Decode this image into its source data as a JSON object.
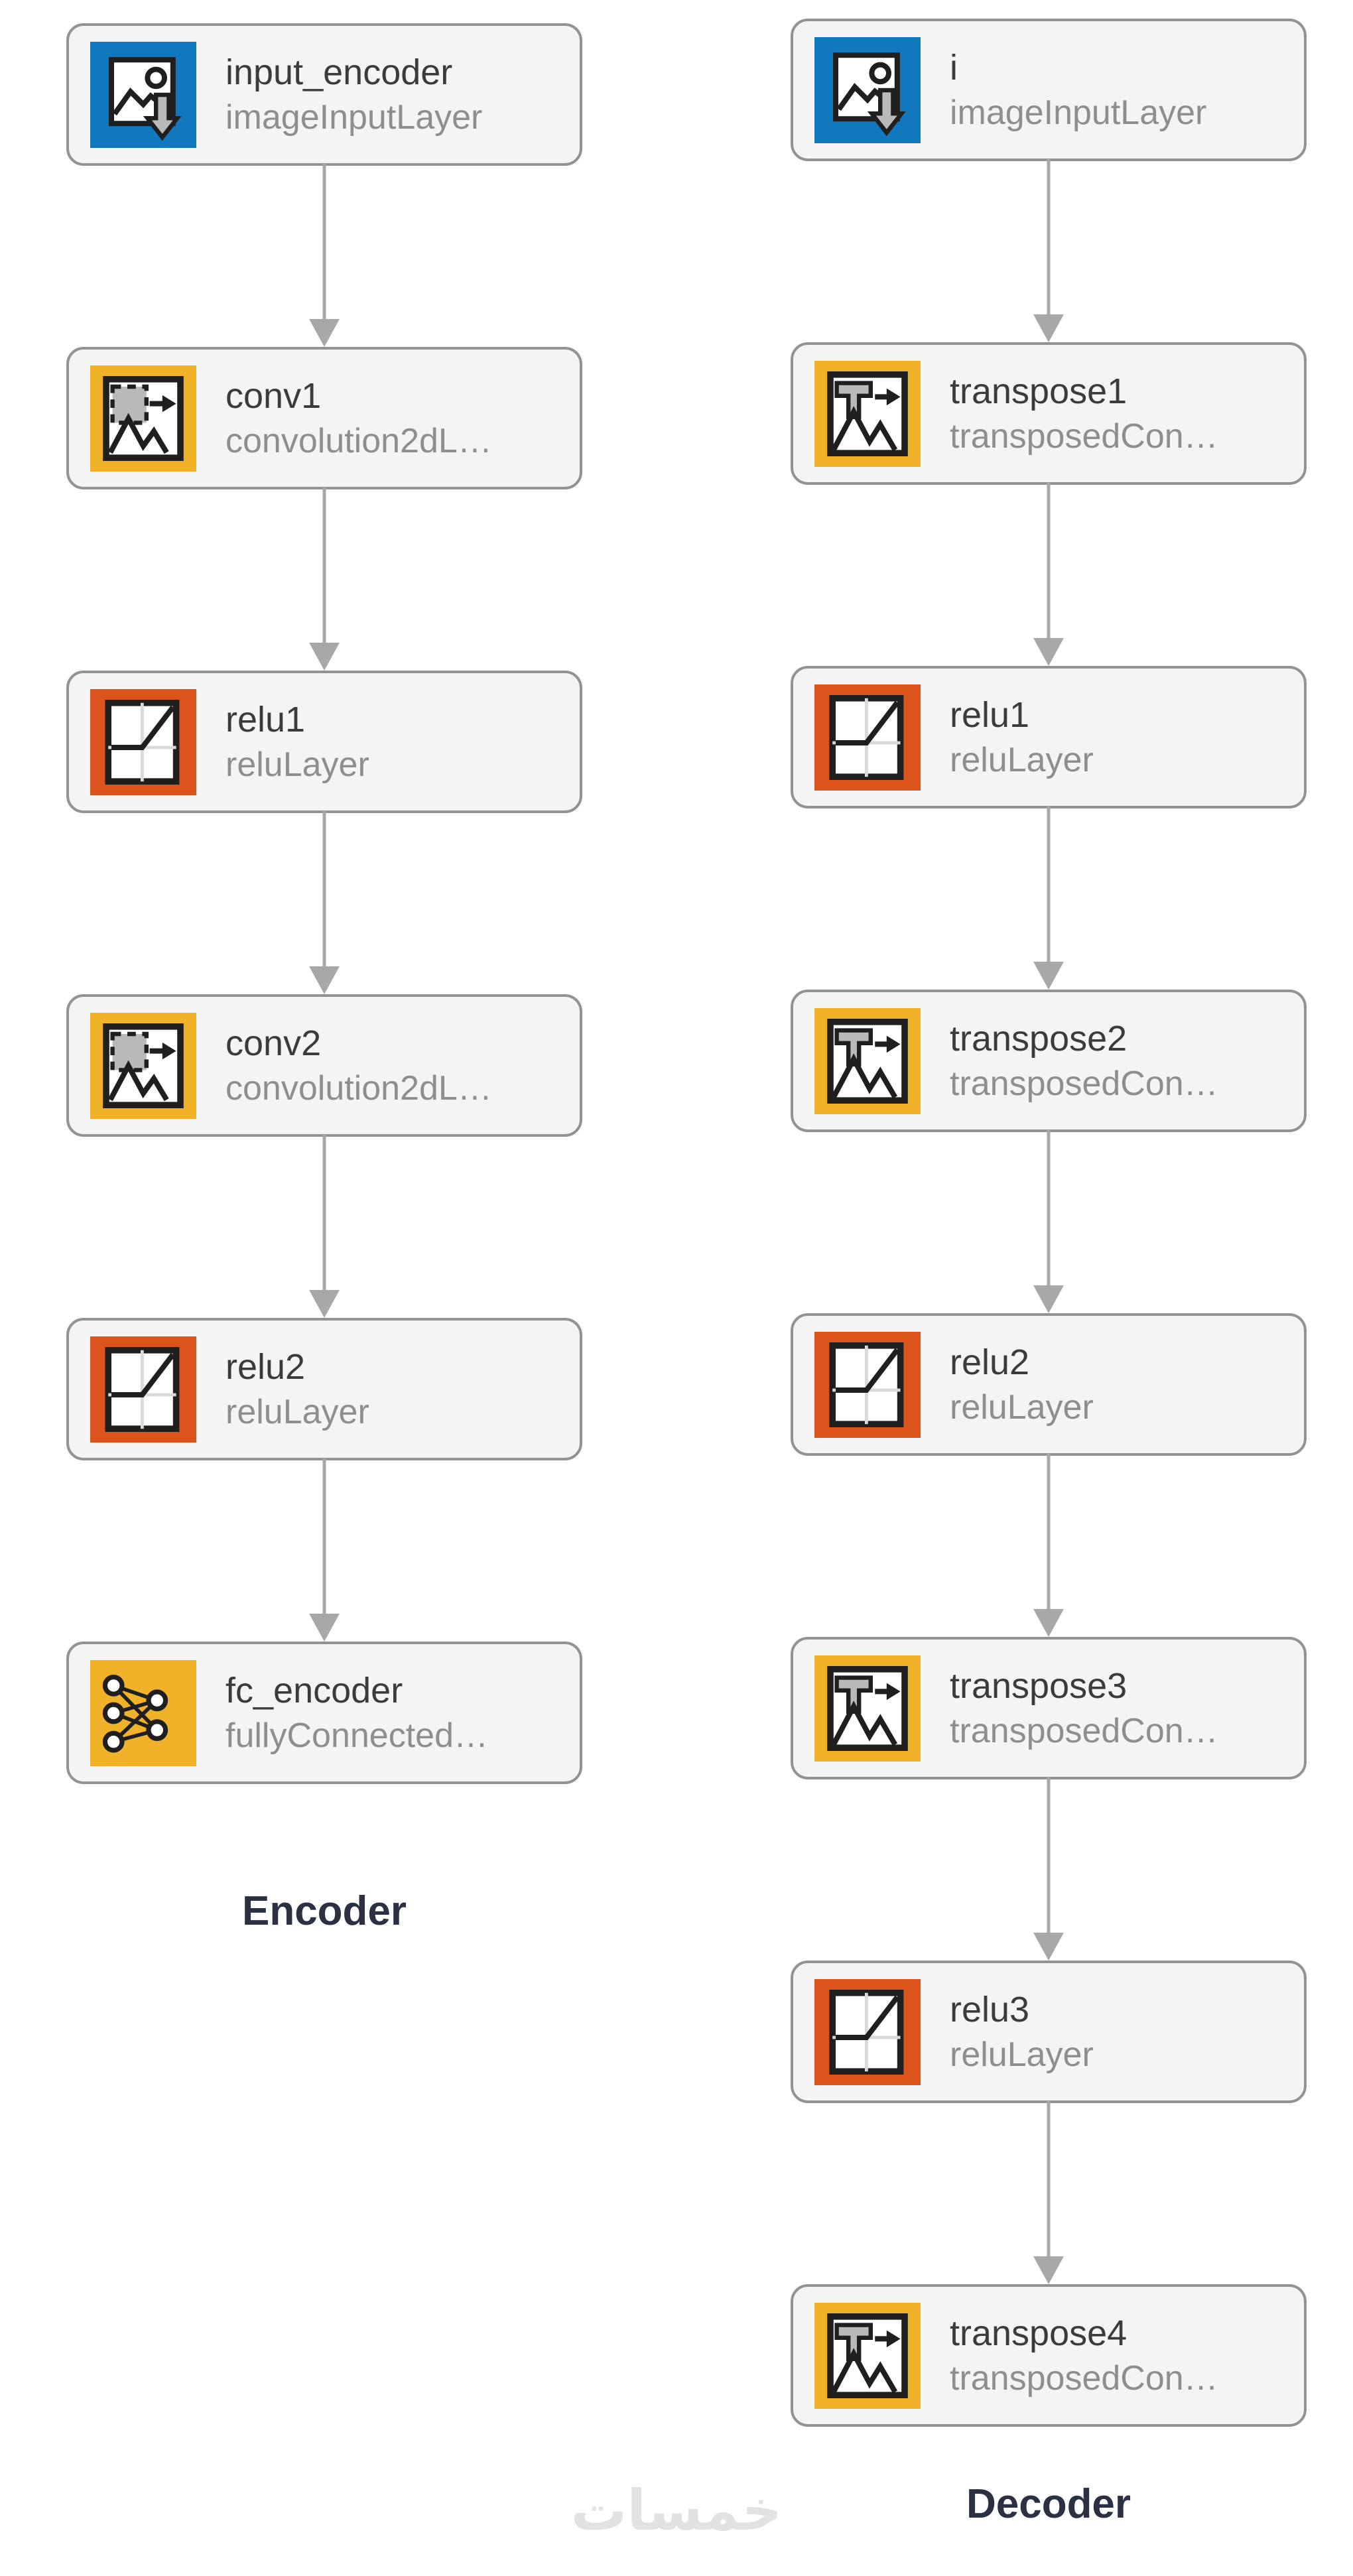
{
  "watermark": {
    "text": "خمسات"
  },
  "colors": {
    "image_input_icon_bg": "#1278BE",
    "conv_icon_bg": "#F0B229",
    "relu_icon_bg": "#DC541C",
    "icon_stroke": "#1f1f1f",
    "icon_gray_fill": "#b9b9b9",
    "node_fill": "#f4f4f4",
    "node_border": "#939393",
    "arrow": "#a8a8a8",
    "layer_name_text": "#3b3b3b",
    "layer_type_text": "#8e8e8e",
    "section_label_text": "#2b3143",
    "watermark_text": "#e2e2e2"
  },
  "columns": [
    {
      "id": "encoder",
      "label": "Encoder",
      "nodes": [
        {
          "name": "input_encoder",
          "type": "imageInputLayer",
          "kind": "imageInput",
          "icon": "image-input-icon"
        },
        {
          "name": "conv1",
          "type": "convolution2dL…",
          "kind": "conv",
          "icon": "convolution2d-icon"
        },
        {
          "name": "relu1",
          "type": "reluLayer",
          "kind": "relu",
          "icon": "relu-icon"
        },
        {
          "name": "conv2",
          "type": "convolution2dL…",
          "kind": "conv",
          "icon": "convolution2d-icon"
        },
        {
          "name": "relu2",
          "type": "reluLayer",
          "kind": "relu",
          "icon": "relu-icon"
        },
        {
          "name": "fc_encoder",
          "type": "fullyConnected…",
          "kind": "fc",
          "icon": "fully-connected-icon"
        }
      ]
    },
    {
      "id": "decoder",
      "label": "Decoder",
      "nodes": [
        {
          "name": "i",
          "type": "imageInputLayer",
          "kind": "imageInput",
          "icon": "image-input-icon"
        },
        {
          "name": "transpose1",
          "type": "transposedCon…",
          "kind": "transposedConv",
          "icon": "transposed-convolution-icon"
        },
        {
          "name": "relu1",
          "type": "reluLayer",
          "kind": "relu",
          "icon": "relu-icon"
        },
        {
          "name": "transpose2",
          "type": "transposedCon…",
          "kind": "transposedConv",
          "icon": "transposed-convolution-icon"
        },
        {
          "name": "relu2",
          "type": "reluLayer",
          "kind": "relu",
          "icon": "relu-icon"
        },
        {
          "name": "transpose3",
          "type": "transposedCon…",
          "kind": "transposedConv",
          "icon": "transposed-convolution-icon"
        },
        {
          "name": "relu3",
          "type": "reluLayer",
          "kind": "relu",
          "icon": "relu-icon"
        },
        {
          "name": "transpose4",
          "type": "transposedCon…",
          "kind": "transposedConv",
          "icon": "transposed-convolution-icon"
        }
      ]
    }
  ]
}
